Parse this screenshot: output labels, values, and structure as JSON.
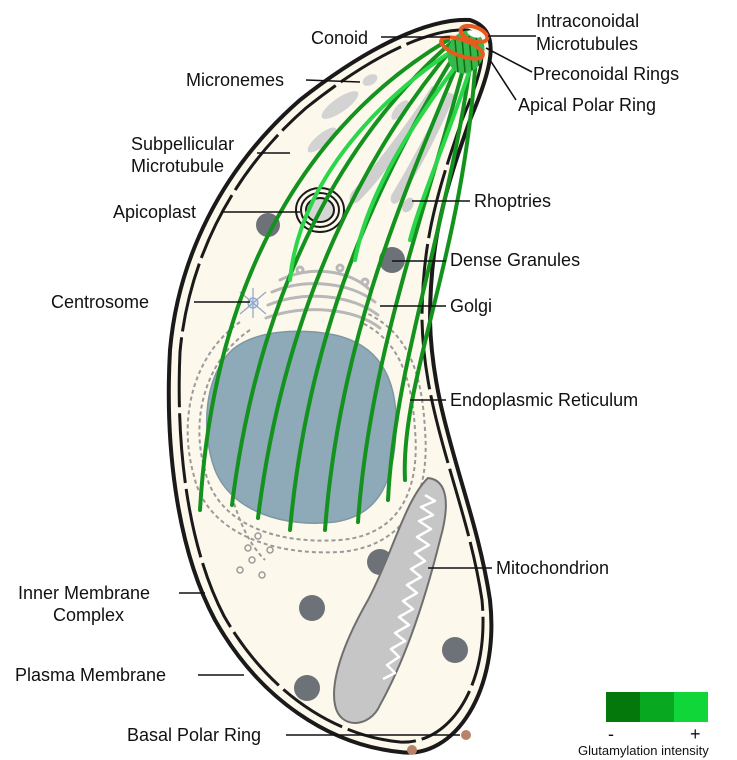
{
  "labels": {
    "conoid": "Conoid",
    "intraconoidal_line1": "Intraconoidal",
    "intraconoidal_line2": "Microtubules",
    "preconoidal": "Preconoidal Rings",
    "apical_polar_ring": "Apical Polar Ring",
    "micronemes": "Micronemes",
    "subpellicular_line1": "Subpellicular",
    "subpellicular_line2": "Microtubule",
    "rhoptries": "Rhoptries",
    "apicoplast": "Apicoplast",
    "dense_granules": "Dense Granules",
    "centrosome": "Centrosome",
    "golgi": "Golgi",
    "endoplasmic_reticulum": "Endoplasmic Reticulum",
    "mitochondrion": "Mitochondrion",
    "imc_line1": "Inner Membrane",
    "imc_line2": "Complex",
    "plasma_membrane": "Plasma Membrane",
    "basal_polar_ring": "Basal Polar Ring"
  },
  "legend": {
    "minus": "-",
    "plus": "+",
    "caption": "Glutamylation intensity",
    "colors": [
      "#05780b",
      "#08a821",
      "#10d63a"
    ]
  },
  "colors": {
    "cytoplasm": "#fcf8ec",
    "membrane": "#1a1a1a",
    "microtubule": "#14921e",
    "microtubule_bright": "#2bd64a",
    "nucleus": "#8ea9b7",
    "granule": "#6d7278",
    "conoid": "#e85a1e",
    "basal_ring": "#b9826a"
  }
}
